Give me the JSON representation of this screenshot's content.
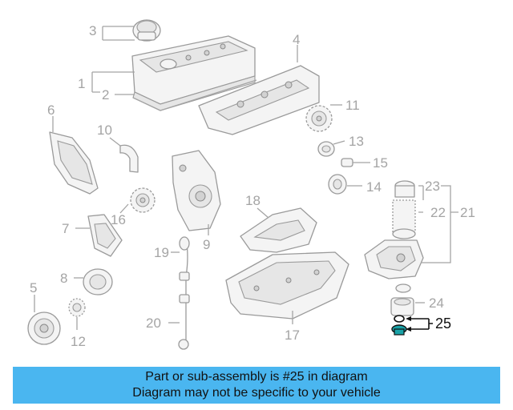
{
  "callouts": [
    {
      "id": "1",
      "text": "1"
    },
    {
      "id": "2",
      "text": "2"
    },
    {
      "id": "3",
      "text": "3"
    },
    {
      "id": "4",
      "text": "4"
    },
    {
      "id": "5",
      "text": "5"
    },
    {
      "id": "6",
      "text": "6"
    },
    {
      "id": "7",
      "text": "7"
    },
    {
      "id": "8",
      "text": "8"
    },
    {
      "id": "9",
      "text": "9"
    },
    {
      "id": "10",
      "text": "10"
    },
    {
      "id": "11",
      "text": "11"
    },
    {
      "id": "12",
      "text": "12"
    },
    {
      "id": "13",
      "text": "13"
    },
    {
      "id": "14",
      "text": "14"
    },
    {
      "id": "15",
      "text": "15"
    },
    {
      "id": "16",
      "text": "16"
    },
    {
      "id": "17",
      "text": "17"
    },
    {
      "id": "18",
      "text": "18"
    },
    {
      "id": "19",
      "text": "19"
    },
    {
      "id": "20",
      "text": "20"
    },
    {
      "id": "21",
      "text": "21"
    },
    {
      "id": "22",
      "text": "22"
    },
    {
      "id": "23",
      "text": "23"
    },
    {
      "id": "24",
      "text": "24"
    },
    {
      "id": "25",
      "text": "25",
      "highlighted": true
    }
  ],
  "banner": {
    "line1": "Part or sub-assembly is #25 in diagram",
    "line2": "Diagram may not be specific to your vehicle"
  },
  "colors": {
    "banner_bg": "#4ab6f0",
    "highlight_part": "#1aa3a8",
    "callout_gray": "#a4a4a4",
    "callout_highlight": "#111111"
  }
}
